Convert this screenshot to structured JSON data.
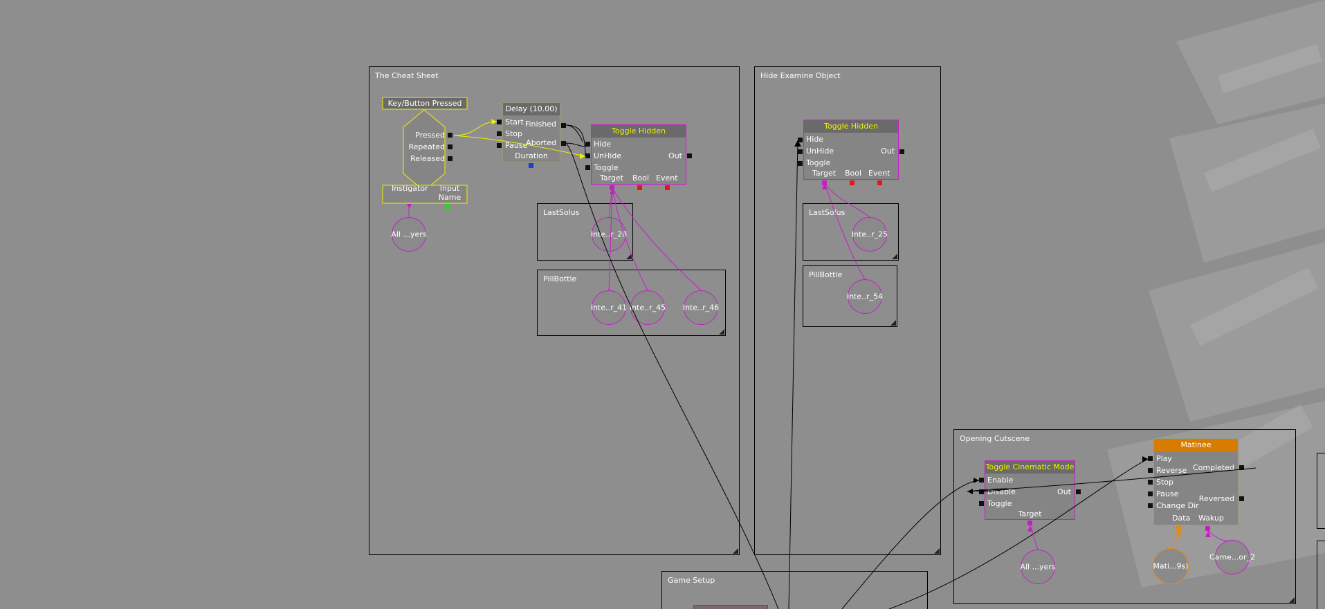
{
  "colors": {
    "background": "#8e8e8e",
    "action_border": "#c61ec6",
    "event_border": "#f0f000",
    "latent_border": "#9a9a7a",
    "matinee_header": "#d77c00",
    "wire_black": "#000000",
    "wire_yellow": "#f0f000",
    "wire_magenta": "#c61ec6",
    "pin_bool": "#e01818",
    "pin_float": "#1d3fd8",
    "pin_string": "#18e018",
    "pin_object": "#c61ec6",
    "pin_matinee_data": "#e08a18"
  },
  "comments": {
    "cheat_sheet": "The Cheat Sheet",
    "last_solus_1": "LastSolus",
    "pill_bottle": "PillBottle",
    "hide_examine": "Hide Examine Object",
    "last_solus_2": "LastSolus",
    "pill_bottle_2": "PillBottle",
    "opening_cutscene": "Opening Cutscene",
    "game_setup": "Game Setup"
  },
  "key_event": {
    "title": "Key/Button Pressed",
    "outputs": [
      "Pressed",
      "Repeated",
      "Released"
    ],
    "var_links": [
      "Instigator",
      "Input Name"
    ]
  },
  "delay": {
    "title": "Delay (10.00)",
    "inputs": [
      "Start",
      "Stop",
      "Pause"
    ],
    "outputs": [
      "Finished",
      "Aborted"
    ],
    "var_links": [
      "Duration"
    ]
  },
  "toggle_hidden_1": {
    "title": "Toggle Hidden",
    "inputs": [
      "Hide",
      "UnHide",
      "Toggle"
    ],
    "output": "Out",
    "var_links": [
      "Target",
      "Bool",
      "Event"
    ]
  },
  "toggle_hidden_2": {
    "title": "Toggle Hidden",
    "inputs": [
      "Hide",
      "UnHide",
      "Toggle"
    ],
    "output": "Out",
    "var_links": [
      "Target",
      "Bool",
      "Event"
    ]
  },
  "toggle_cinematic": {
    "title": "Toggle Cinematic Mode",
    "inputs": [
      "Enable",
      "Disable",
      "Toggle"
    ],
    "output": "Out",
    "var_links": [
      "Target"
    ]
  },
  "matinee": {
    "title": "Matinee",
    "inputs": [
      "Play",
      "Reverse",
      "Stop",
      "Pause",
      "Change Dir"
    ],
    "outputs": [
      "Completed",
      "Reversed"
    ],
    "var_links": [
      "Data",
      "Wakup"
    ]
  },
  "variables": {
    "all_players_1": "All ...yers",
    "inte_r_28": "Inte..r_28",
    "inte_r_41": "Inte..r_41",
    "inte_r_45": "Inte..r_45",
    "inte_r_46": "Inte..r_46",
    "inte_r_25": "Inte..r_25",
    "inte_r_54": "Inte..r_54",
    "all_players_2": "All ...yers",
    "matinee_data": "Mati...9s)",
    "camera_actor": "Came...or_2"
  }
}
